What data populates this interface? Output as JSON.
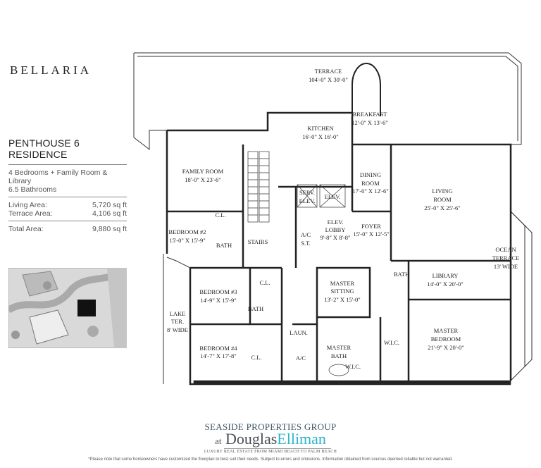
{
  "brand": "BELLARIA",
  "residence": {
    "title": "PENTHOUSE 6 RESIDENCE",
    "rooms_summary": "4 Bedrooms + Family Room & Library",
    "baths": "6.5 Bathrooms",
    "living_label": "Living Area:",
    "living_value": "5,720 sq ft",
    "terrace_label": "Terrace Area:",
    "terrace_value": "4,106 sq ft",
    "total_label": "Total Area:",
    "total_value": "9,880 sq ft"
  },
  "plan": {
    "terrace": [
      "TERRACE",
      "104'-0\" X 30'-0\""
    ],
    "breakfast": [
      "BREAKFAST",
      "12'-0\" X 13'-6\""
    ],
    "kitchen": [
      "KITCHEN",
      "16'-0\" X 16'-0\""
    ],
    "family_room": [
      "FAMILY ROOM",
      "18'-0\" X 23'-6\""
    ],
    "dining_room": [
      "DINING",
      "ROOM",
      "17'-0\" X 12'-6\""
    ],
    "living_room": [
      "LIVING",
      "ROOM",
      "25'-0\" X 25'-6\""
    ],
    "serv_elev": [
      "SERV.",
      "ELEV."
    ],
    "elev": "ELEV.",
    "cl_2": "C.L.",
    "bedroom_2": [
      "BEDROOM #2",
      "15'-0\" X 15'-9\""
    ],
    "bath_2": "BATH",
    "elev_lobby": [
      "ELEV.",
      "LOBBY",
      "9'-8\" X 8'-8\""
    ],
    "foyer": [
      "FOYER",
      "15'-0\" X 12'-5\""
    ],
    "ac_1": "A/C",
    "st": "S.T.",
    "stairs": "STAIRS",
    "ocean_terrace": [
      "OCEAN",
      "TERRACE",
      "13' WIDE"
    ],
    "bath_powder": "BATH",
    "library": [
      "LIBRARY",
      "14'-0\" X 20'-0\""
    ],
    "cl_3": "C.L.",
    "bedroom_3": [
      "BEDROOM #3",
      "14'-9\" X 15'-9\""
    ],
    "master_sitting": [
      "MASTER",
      "SITTING",
      "13'-2\" X 15'-0\""
    ],
    "bath_3": "BATH",
    "lake_terrace": [
      "LAKE",
      "TER.",
      "8' WIDE"
    ],
    "master_bedroom": [
      "MASTER",
      "BEDROOM",
      "21'-9\" X 20'-0\""
    ],
    "laundry": "LAUN.",
    "wic_1": "W.I.C.",
    "bedroom_4": [
      "BEDROOM #4",
      "14'-7\" X 17'-8\""
    ],
    "master_bath": [
      "MASTER",
      "BATH"
    ],
    "cl_4": "C.L.",
    "ac_2": "A/C",
    "wic_2": "W.I.C."
  },
  "logo": {
    "line1": "SEASIDE PROPERTIES GROUP",
    "at": "at",
    "douglas": "Douglas",
    "elliman": "Elliman",
    "tagline": "LUXURY REAL ESTATE FROM MIAMI BEACH TO PALM BEACH",
    "colors": {
      "navy": "#3f5566",
      "teal": "#2fb3c9"
    }
  },
  "disclaimer": "*Please note that some homeowners have customized the floorplan to best suit their needs. Subject to errors and omissions. Information obtained from sources deemed reliable but not warranted."
}
